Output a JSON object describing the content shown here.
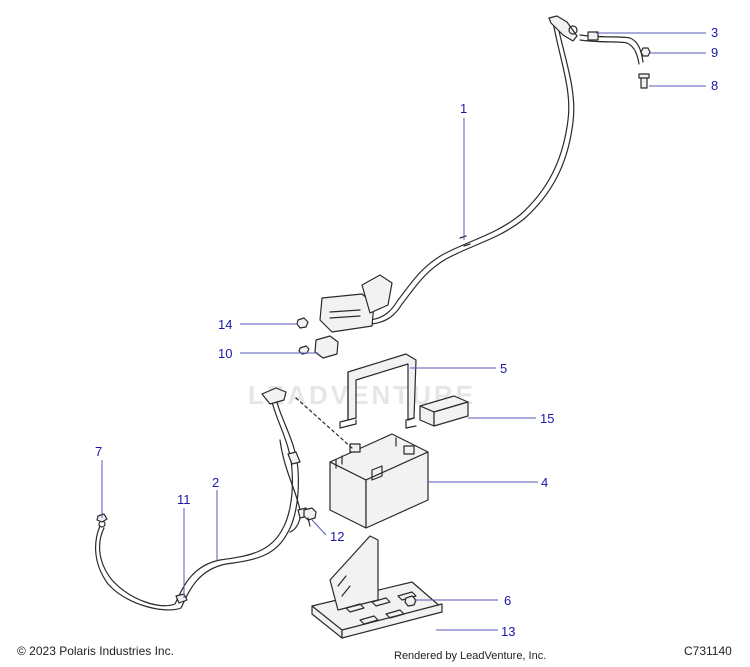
{
  "watermark": "LEADVENTURE",
  "footer": {
    "copyright": "© 2023 Polaris Industries Inc.",
    "rendered_by": "Rendered by LeadVenture, Inc.",
    "diagram_code": "C731140"
  },
  "callouts": [
    {
      "id": "c1",
      "label": "1"
    },
    {
      "id": "c2",
      "label": "2"
    },
    {
      "id": "c3",
      "label": "3"
    },
    {
      "id": "c4",
      "label": "4"
    },
    {
      "id": "c5",
      "label": "5"
    },
    {
      "id": "c6",
      "label": "6"
    },
    {
      "id": "c7",
      "label": "7"
    },
    {
      "id": "c8",
      "label": "8"
    },
    {
      "id": "c9",
      "label": "9"
    },
    {
      "id": "c10",
      "label": "10"
    },
    {
      "id": "c11",
      "label": "11"
    },
    {
      "id": "c12",
      "label": "12"
    },
    {
      "id": "c13",
      "label": "13"
    },
    {
      "id": "c14",
      "label": "14"
    },
    {
      "id": "c15",
      "label": "15"
    }
  ]
}
